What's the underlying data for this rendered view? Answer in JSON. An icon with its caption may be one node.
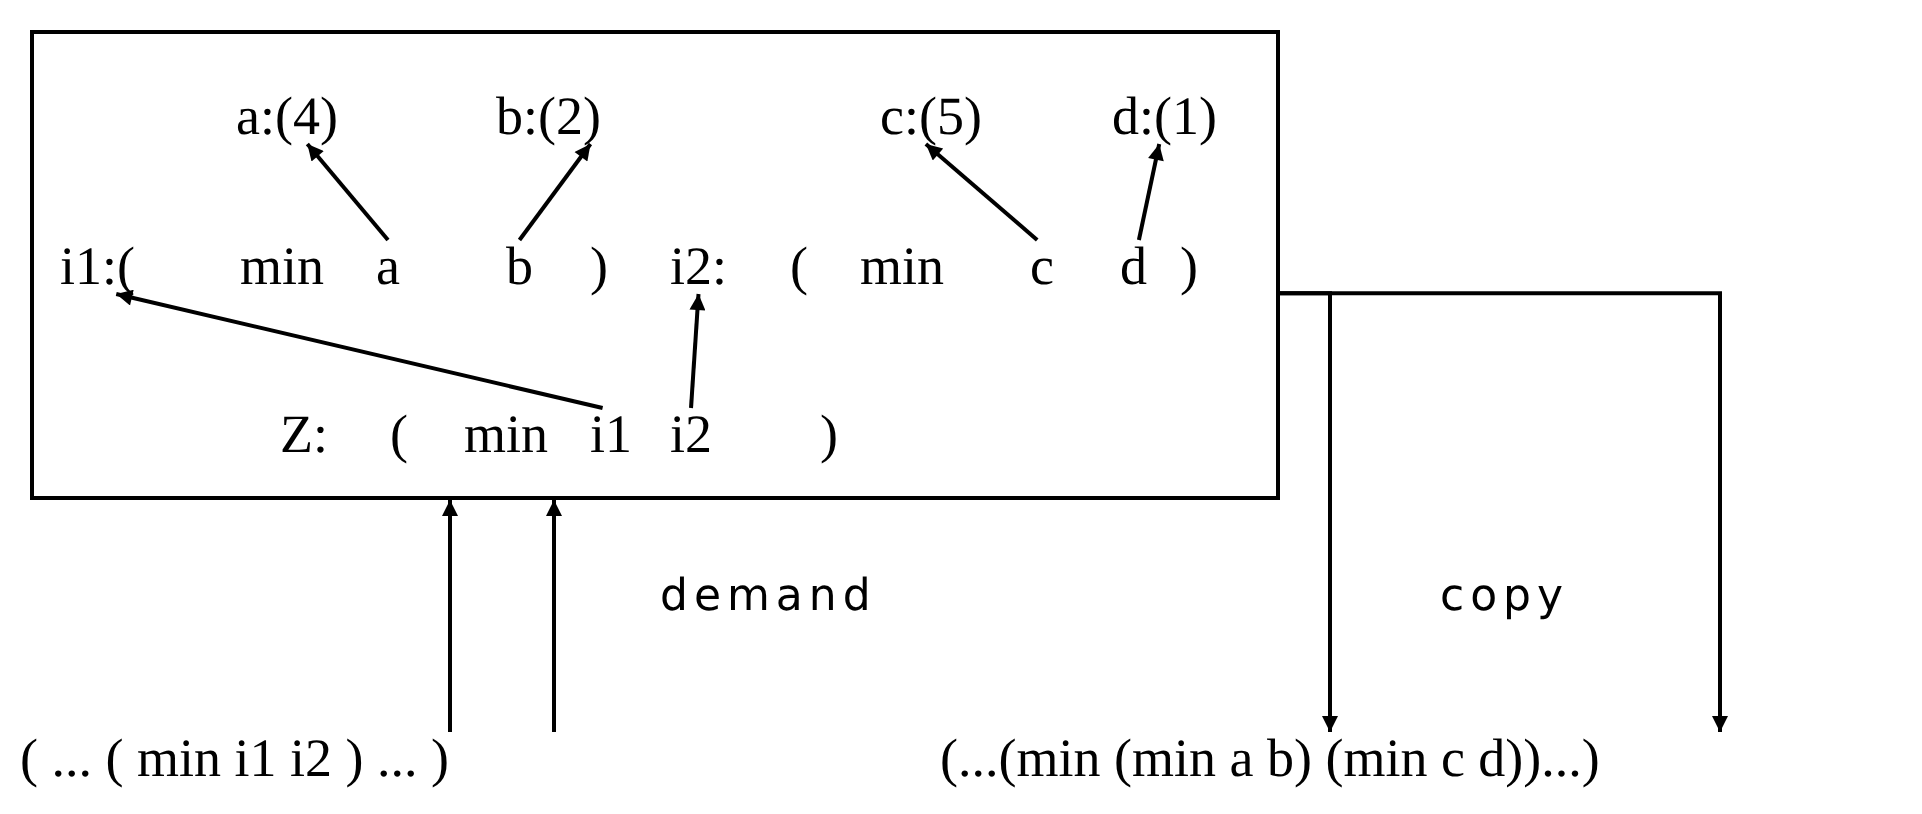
{
  "diagram": {
    "nodes": [
      {
        "text": [],
        "shape": "box"
      },
      {
        "text": [
          "a:(4)"
        ],
        "in": 0
      },
      {
        "text": [
          "b:(2)"
        ],
        "in": 0
      },
      {
        "text": [
          "c:(5)"
        ],
        "in": 0
      },
      {
        "text": [
          "d:(1)"
        ],
        "in": 0
      },
      {
        "text": [
          "i1:("
        ],
        "in": 0
      },
      {
        "text": [
          "a"
        ],
        "in": 0
      },
      {
        "text": [
          "b"
        ],
        "in": 0
      },
      {
        "text": [
          "i2:"
        ],
        "in": 0
      },
      {
        "text": [
          "c"
        ],
        "in": 0
      },
      {
        "text": [
          "d"
        ],
        "in": 0
      },
      {
        "text": [
          "i1"
        ],
        "in": 0
      },
      {
        "text": [
          "i2"
        ],
        "in": 0
      },
      {
        "text": [
          "( ... ( min i1 i2 ) ... )"
        ]
      },
      {
        "text": [
          "(...(min (min a b) (min c d))...)"
        ]
      }
    ],
    "edges": [
      {
        "from": 6,
        "to": 1,
        "arrow": "to"
      },
      {
        "from": 7,
        "to": 2,
        "arrow": "to"
      },
      {
        "from": 9,
        "to": 3,
        "arrow": "to"
      },
      {
        "from": 10,
        "to": 4,
        "arrow": "to"
      },
      {
        "from": 11,
        "to": 5,
        "arrow": "to"
      },
      {
        "from": 12,
        "to": 8,
        "arrow": "to"
      },
      {
        "from": 13,
        "to": 0,
        "arrow": "to"
      },
      {
        "from": 13,
        "to": 0,
        "arrow": "to"
      },
      {
        "from": 0,
        "to": 14,
        "arrow": "to"
      },
      {
        "from": 0,
        "to": 14,
        "arrow": "to"
      }
    ],
    "labels": [
      "min",
      ")",
      "(",
      "min",
      ")",
      "Z:",
      "(",
      "min",
      ")",
      "demand",
      "copy"
    ]
  }
}
